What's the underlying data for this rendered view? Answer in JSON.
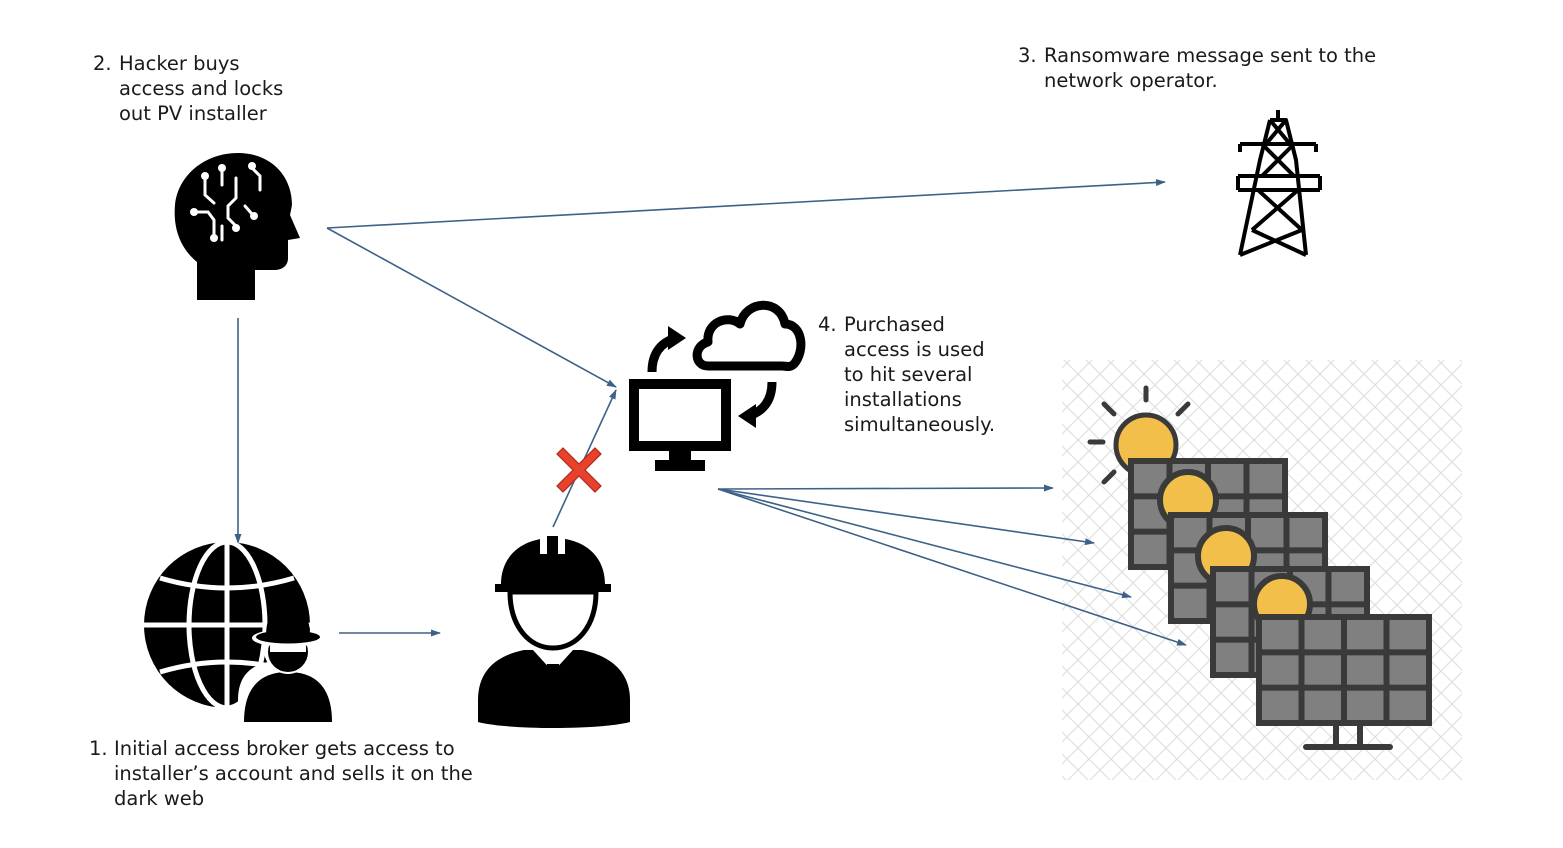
{
  "steps": [
    {
      "id": "step-1",
      "number": "1.",
      "lines": [
        "Initial access broker gets access to",
        "installer’s account and sells it on the",
        "dark web"
      ]
    },
    {
      "id": "step-2",
      "number": "2.",
      "lines": [
        "Hacker buys",
        "access and locks",
        "out PV installer"
      ]
    },
    {
      "id": "step-3",
      "number": "3.",
      "lines": [
        "Ransomware message sent to the",
        "network operator."
      ]
    },
    {
      "id": "step-4",
      "number": "4.",
      "lines": [
        "Purchased",
        "access is used",
        "to hit several",
        "installations",
        "simultaneously."
      ]
    }
  ],
  "icons": {
    "hacker": "hacker-brain-icon",
    "broker": "globe-spy-icon",
    "installer": "installer-worker-icon",
    "computer": "cloud-computer-icon",
    "tower": "power-tower-icon",
    "solar": "solar-panels-icon",
    "blocked": "blocked-x-icon"
  },
  "colors": {
    "arrow": "#3e6287",
    "icon": "#000000",
    "blocked": "#e8412c",
    "panel": "#808080",
    "panel_frame": "#3a3a3a",
    "sun": "#f2c04a"
  }
}
